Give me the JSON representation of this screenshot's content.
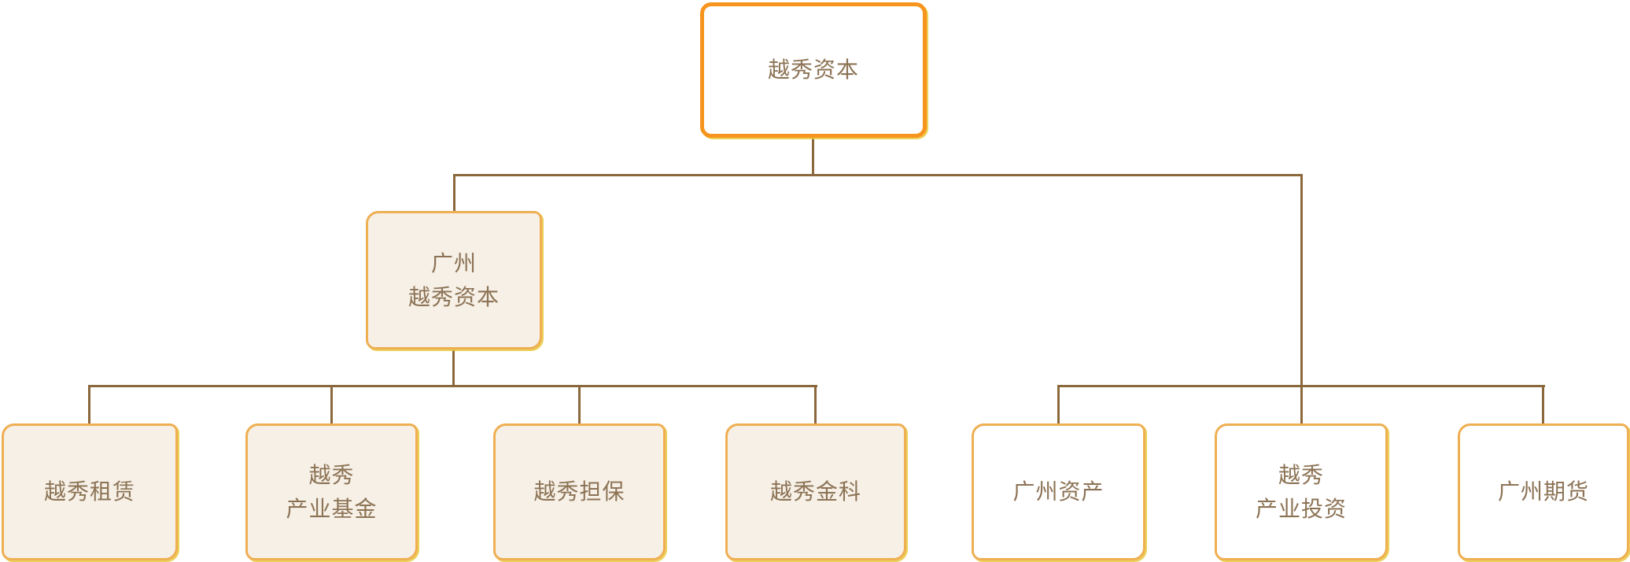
{
  "diagram": {
    "kind": "org-chart",
    "nodes": [
      {
        "id": "yuexiu-capital",
        "label": "越秀资本",
        "level": 1,
        "fill": "white",
        "border": "orange-bold"
      },
      {
        "id": "guangzhou-yuexiu-capital",
        "label": "广州\n越秀资本",
        "level": 2,
        "fill": "cream",
        "border": "gold"
      },
      {
        "id": "yuexiu-leasing",
        "label": "越秀租赁",
        "level": 3,
        "fill": "cream",
        "border": "gold"
      },
      {
        "id": "yuexiu-industrial-fund",
        "label": "越秀\n产业基金",
        "level": 3,
        "fill": "cream",
        "border": "gold"
      },
      {
        "id": "yuexiu-guarantee",
        "label": "越秀担保",
        "level": 3,
        "fill": "cream",
        "border": "gold"
      },
      {
        "id": "yuexiu-fintech",
        "label": "越秀金科",
        "level": 3,
        "fill": "cream",
        "border": "gold"
      },
      {
        "id": "guangzhou-asset",
        "label": "广州资产",
        "level": 3,
        "fill": "white",
        "border": "gold"
      },
      {
        "id": "yuexiu-industrial-investment",
        "label": "越秀\n产业投资",
        "level": 3,
        "fill": "white",
        "border": "gold"
      },
      {
        "id": "guangzhou-futures",
        "label": "广州期货",
        "level": 3,
        "fill": "white",
        "border": "gold"
      }
    ],
    "edges": [
      {
        "from": "yuexiu-capital",
        "to": "guangzhou-yuexiu-capital"
      },
      {
        "from": "guangzhou-yuexiu-capital",
        "to": "yuexiu-leasing"
      },
      {
        "from": "guangzhou-yuexiu-capital",
        "to": "yuexiu-industrial-fund"
      },
      {
        "from": "guangzhou-yuexiu-capital",
        "to": "yuexiu-guarantee"
      },
      {
        "from": "guangzhou-yuexiu-capital",
        "to": "yuexiu-fintech"
      },
      {
        "from": "yuexiu-capital",
        "to": "guangzhou-asset"
      },
      {
        "from": "yuexiu-capital",
        "to": "yuexiu-industrial-investment"
      },
      {
        "from": "yuexiu-capital",
        "to": "guangzhou-futures"
      }
    ]
  },
  "colors": {
    "root-border": "#F7941D",
    "node-border": "#EFAF53",
    "node-fill-cream": "#F6F0E7",
    "node-fill-white": "#FFFFFF",
    "connector": "#8B683C",
    "text": "#8C7355",
    "shadow": "#E9C83C",
    "canvas-bg": "#FFFFFF"
  }
}
